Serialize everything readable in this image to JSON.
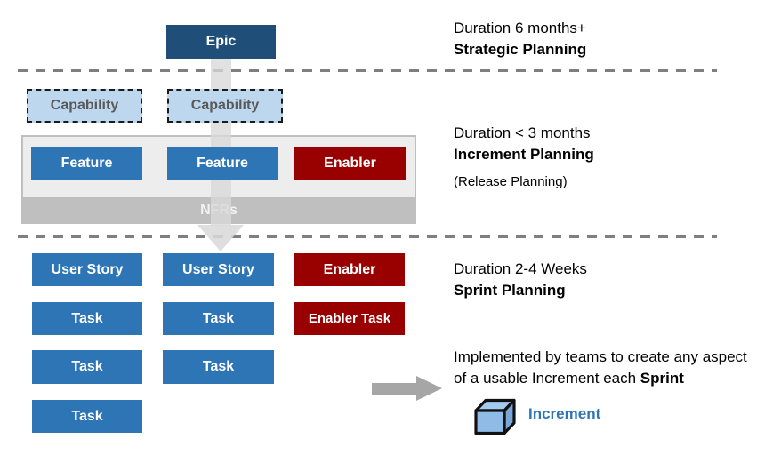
{
  "colors": {
    "epic-blue": "#1F4E79",
    "item-blue": "#2E75B6",
    "enabler-red": "#990000",
    "capability-fill": "#BDD7EE",
    "capability-text": "#595959",
    "container-fill": "#EDEDED",
    "container-border": "#BFBFBF",
    "nfrs-gray": "#BFBFBF",
    "arrow-light": "#D9D9D9",
    "arrow-dark": "#A6A6A6",
    "dash-gray": "#7F7F7F",
    "increment-blue": "#2E75B6"
  },
  "diagram": {
    "epic": "Epic",
    "capability_1": "Capability",
    "capability_2": "Capability",
    "feature_1": "Feature",
    "feature_2": "Feature",
    "feature_enabler": "Enabler",
    "nfrs": "NFRs",
    "user_story_1": "User Story",
    "user_story_2": "User Story",
    "story_enabler": "Enabler",
    "task_1": "Task",
    "task_2": "Task",
    "enabler_task": "Enabler Task",
    "task_3": "Task",
    "task_4": "Task",
    "task_5": "Task"
  },
  "annotations": {
    "strategic_duration": "Duration 6 months+",
    "strategic_title": "Strategic Planning",
    "increment_duration": "Duration < 3 months",
    "increment_title": "Increment Planning",
    "increment_subtitle": "(Release Planning)",
    "sprint_duration": "Duration 2-4 Weeks",
    "sprint_title": "Sprint Planning",
    "implementation_line1": "Implemented by teams to create any aspect",
    "implementation_line2_prefix": "of a usable Increment each ",
    "implementation_line2_bold": "Sprint",
    "increment_label": "Increment"
  }
}
